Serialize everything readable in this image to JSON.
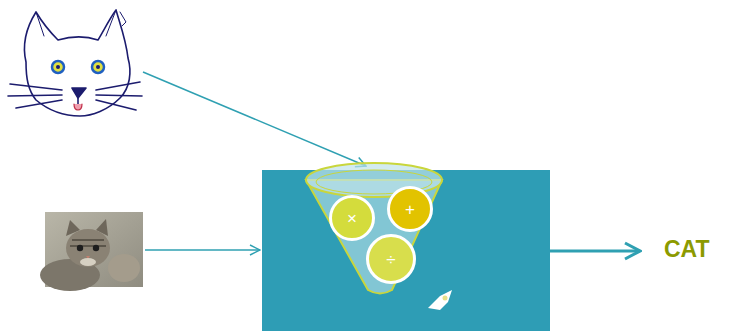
{
  "diagram": {
    "nodes": [
      {
        "text": [
          "×"
        ]
      },
      {
        "text": [
          "+"
        ]
      },
      {
        "text": [
          "÷"
        ]
      }
    ],
    "labels": [
      "CAT"
    ]
  }
}
